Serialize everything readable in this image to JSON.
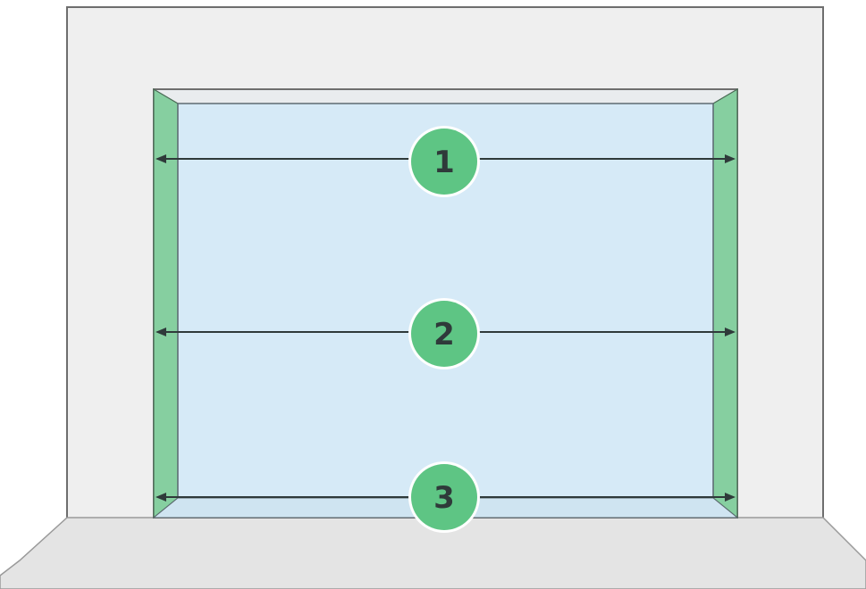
{
  "diagram": {
    "colors": {
      "wall": "#efefef",
      "wall_outline": "#6e6e6e",
      "floor": "#e4e4e4",
      "opening": "#d6eaf7",
      "jamb": "#86cfa0",
      "marker": "#5ec584",
      "marker_ring": "#ffffff",
      "dimension_line": "#2f3a3a"
    },
    "markers": [
      {
        "label": "1"
      },
      {
        "label": "2"
      },
      {
        "label": "3"
      }
    ]
  }
}
